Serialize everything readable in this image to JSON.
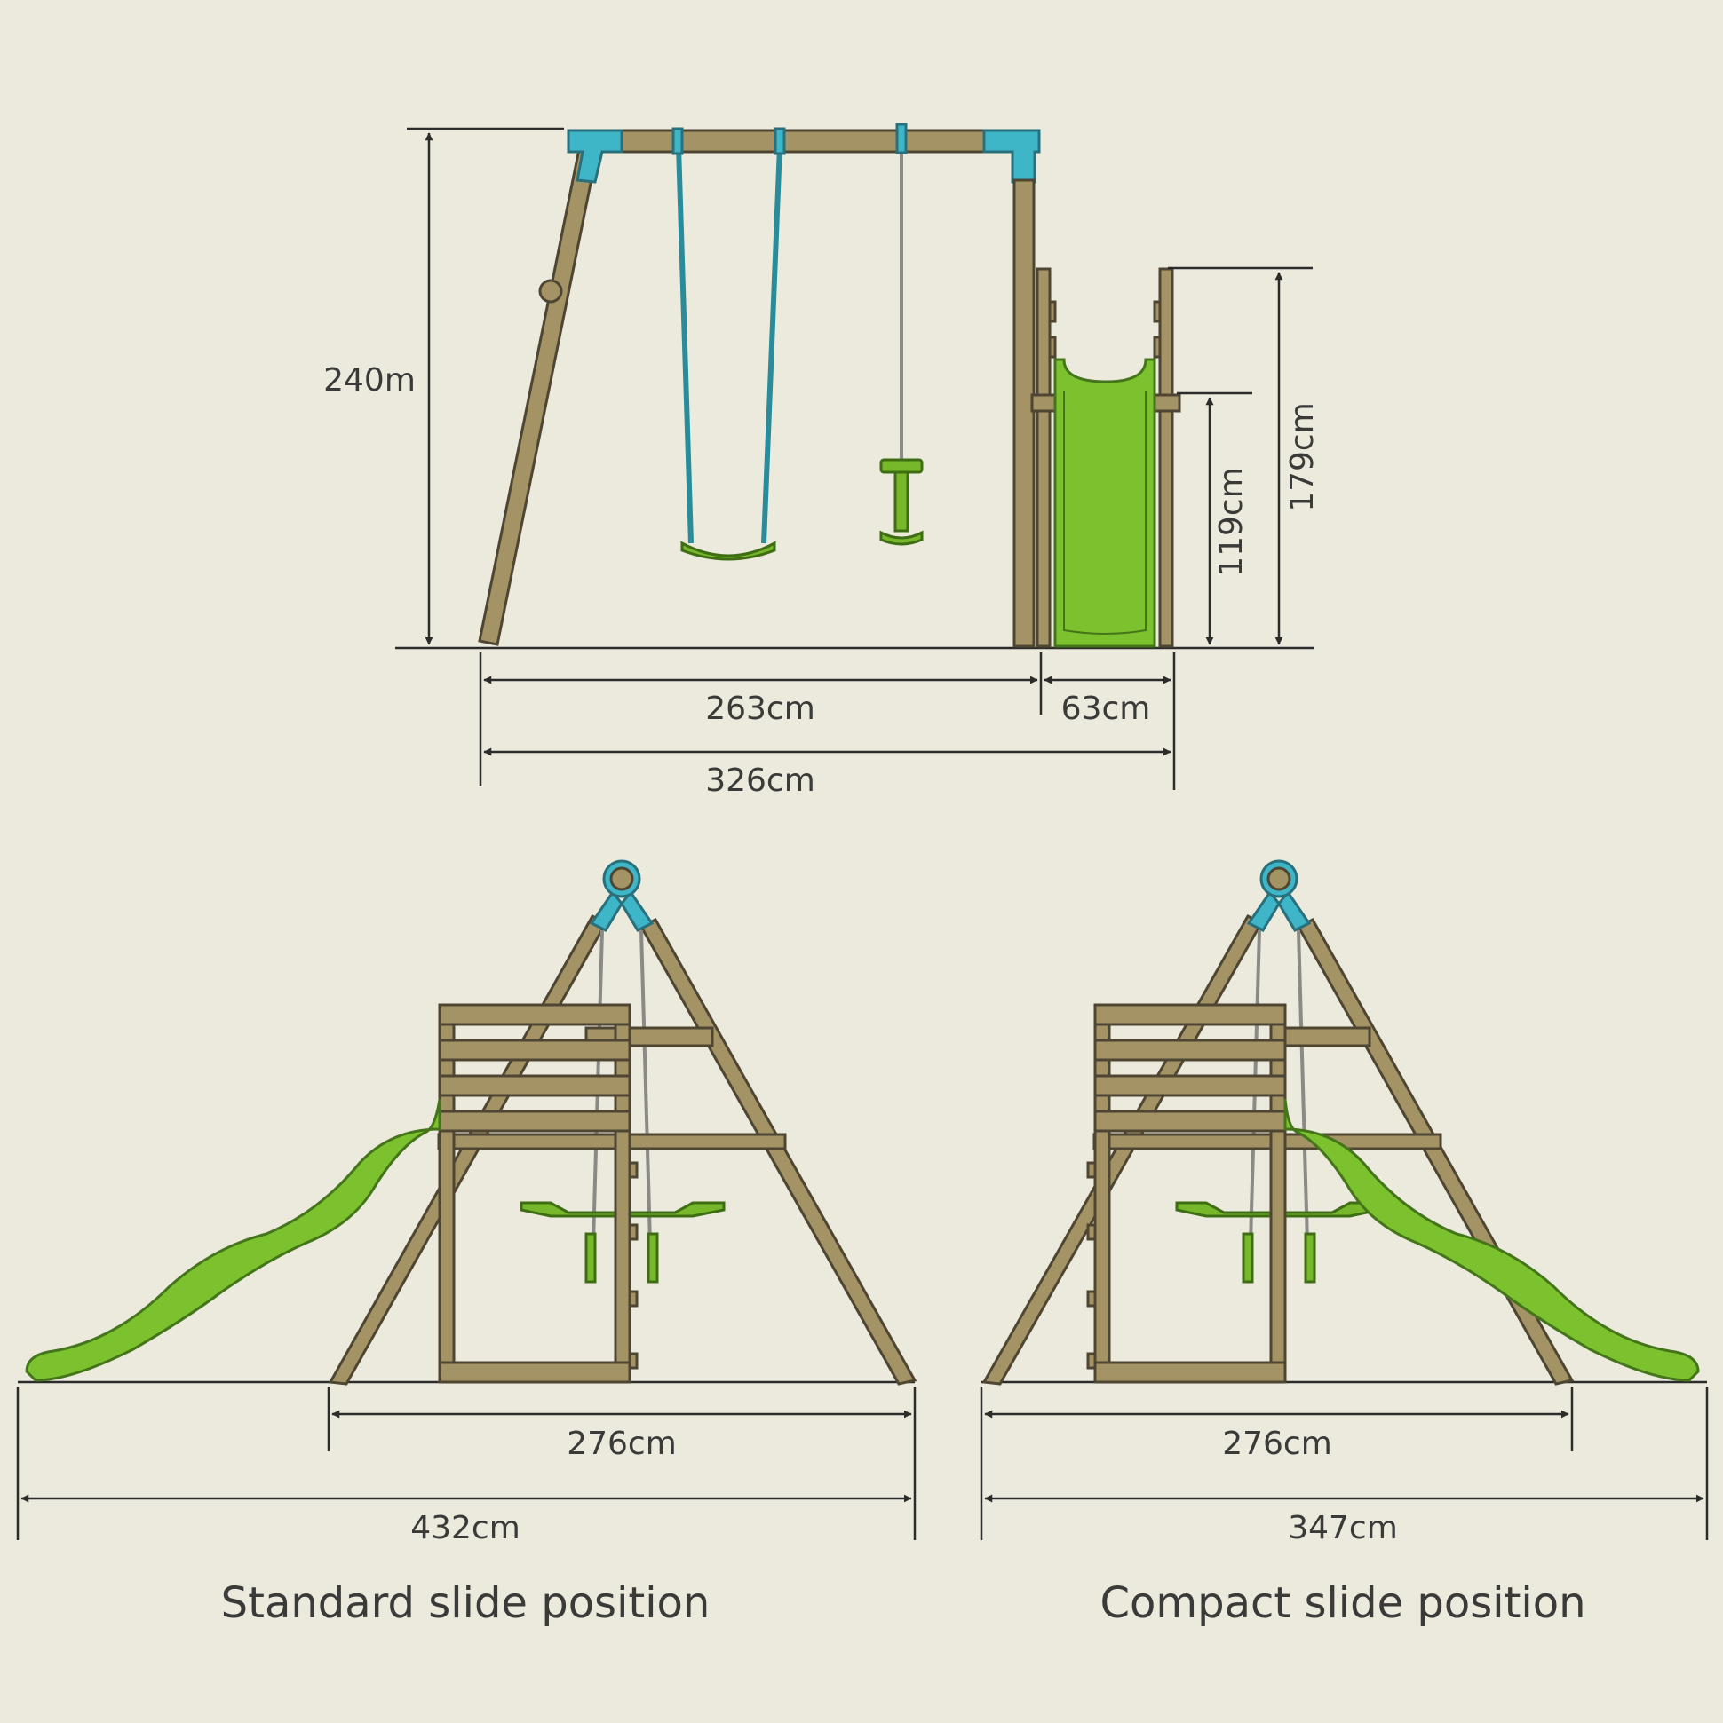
{
  "front_view": {
    "height_total": "240m",
    "width_frame": "263cm",
    "width_slide": "63cm",
    "width_overall": "326cm",
    "height_platform_rail": "179cm",
    "height_platform": "119cm"
  },
  "standard_view": {
    "width_frame": "276cm",
    "width_overall": "432cm",
    "caption": "Standard slide position"
  },
  "compact_view": {
    "width_frame": "276cm",
    "width_overall": "347cm",
    "caption": "Compact slide position"
  },
  "colors": {
    "background": "#ebeadd",
    "wood": "#a39365",
    "teal": "#3fb5c8",
    "green": "#7cc12e"
  }
}
